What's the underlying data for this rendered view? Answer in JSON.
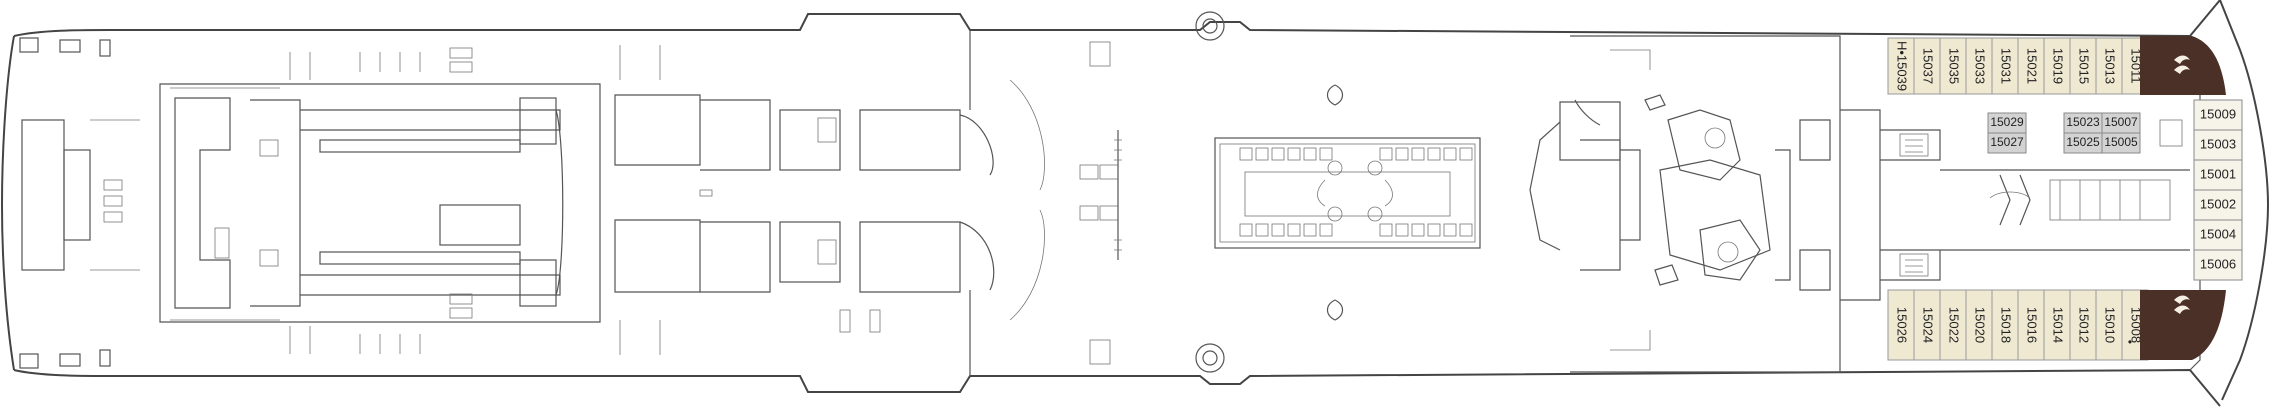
{
  "deck_plan": {
    "cabins": {
      "top_vertical": [
        "15039",
        "15037",
        "15035",
        "15033",
        "15031",
        "15021",
        "15019",
        "15015",
        "15013",
        "15011"
      ],
      "bottom_vertical": [
        "15026",
        "15024",
        "15022",
        "15020",
        "15018",
        "15016",
        "15014",
        "15012",
        "15010",
        "15008"
      ],
      "right_column": [
        "15009",
        "15003",
        "15001",
        "15002",
        "15004",
        "15006"
      ],
      "middle_grid": [
        [
          "15029",
          "15023",
          "15007"
        ],
        [
          "15027",
          "15025",
          "15005"
        ]
      ]
    },
    "markers": {
      "top_row_prefix": "H",
      "top_row_flag": "•",
      "bottom_row_flag": "•"
    },
    "icons": {
      "suite": "wave-crest-icon",
      "lifebuoy": "lifebuoy-icon",
      "hatch": "hatch-icon"
    },
    "colors": {
      "suite_brown": "#4a3027",
      "cabin_fill": "#f6f3e9",
      "highlight_grey": "#d3d3d3"
    }
  }
}
